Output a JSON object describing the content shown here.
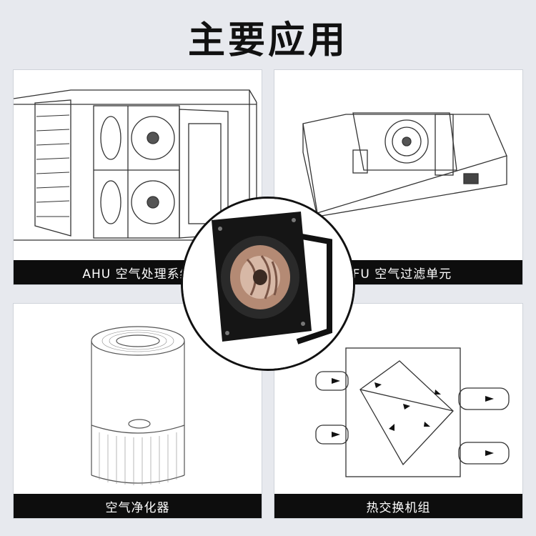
{
  "title": "主要应用",
  "panels": [
    {
      "label": "AHU 空气处理系统"
    },
    {
      "label": "FFU 空气过滤单元"
    },
    {
      "label": "空气净化器"
    },
    {
      "label": "热交换机组"
    }
  ],
  "colors": {
    "background": "#e7e9ee",
    "label_bar": "#0d0d0d",
    "label_text": "#ffffff"
  }
}
